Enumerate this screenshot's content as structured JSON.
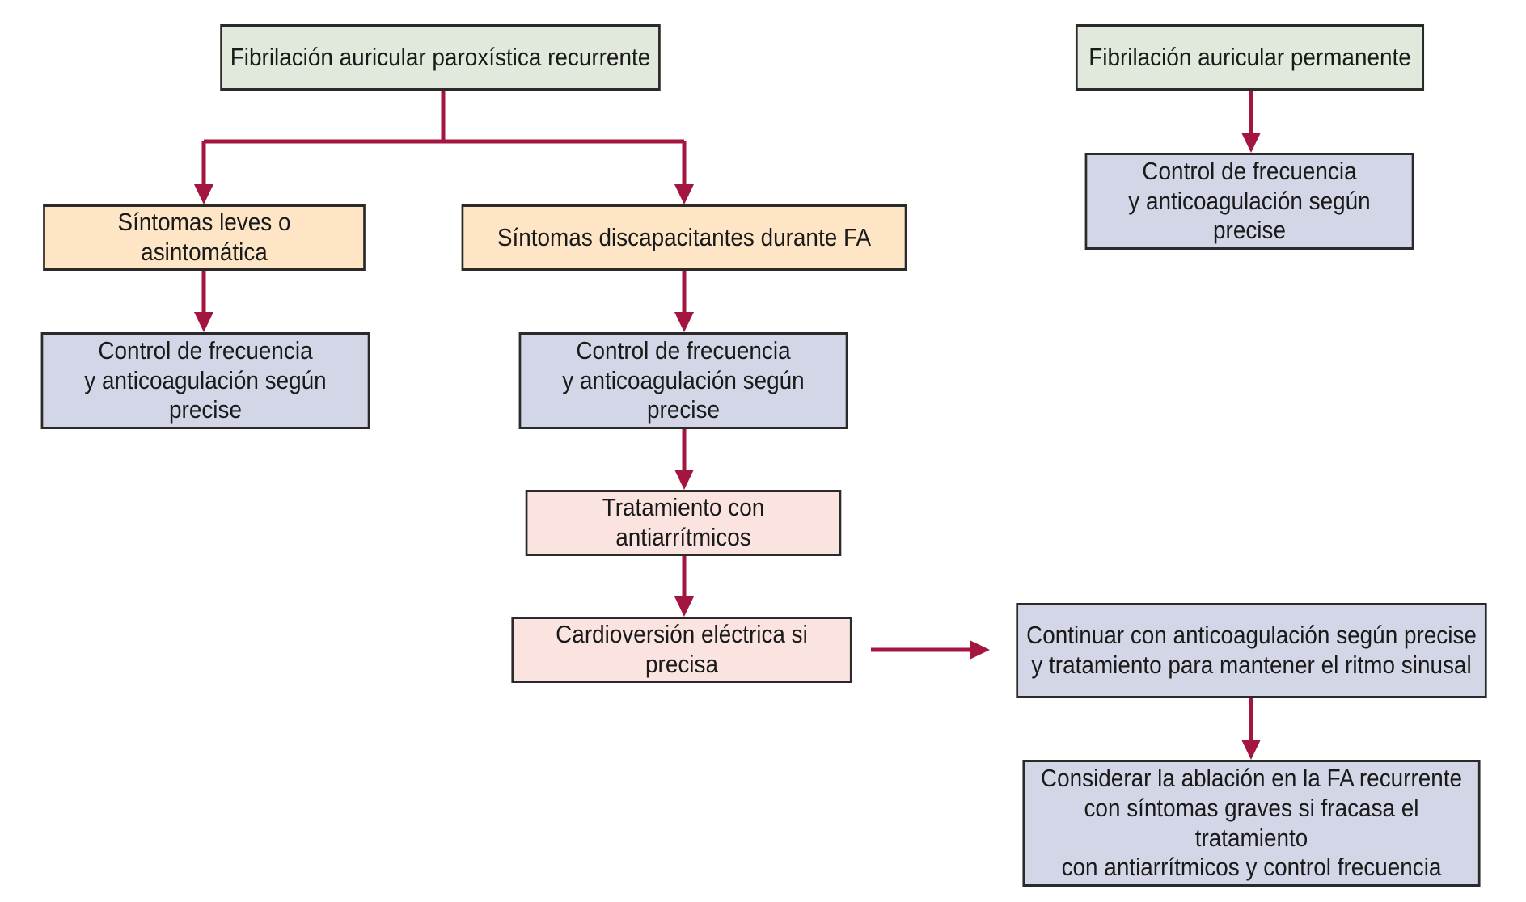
{
  "colors": {
    "arrow": "#a3163f",
    "border": "#2a2a2a",
    "green_fill": "#e0e9dc",
    "orange_fill": "#fde5c6",
    "blue_fill": "#d3d6e6",
    "pink_fill": "#fbe4df"
  },
  "nodes": {
    "paroxistica": "Fibrilación auricular paroxística recurrente",
    "permanente": "Fibrilación auricular permanente",
    "sintomas_leves": "Síntomas leves o asintomática",
    "sintomas_discapacitantes": "Síntomas discapacitantes durante FA",
    "control_permanente": "Control de frecuencia\ny anticoagulación según precise",
    "control_leves": "Control de frecuencia\ny anticoagulación según precise",
    "control_discapacitantes": "Control de frecuencia\ny anticoagulación según precise",
    "antiarritmicos": "Tratamiento con antiarrítmicos",
    "cardioversion": "Cardioversión eléctrica si precisa",
    "continuar": "Continuar con anticoagulación según precise\ny tratamiento para mantener el ritmo sinusal",
    "ablacion": "Considerar la ablación en la FA recurrente\ncon síntomas graves si fracasa el tratamiento\ncon antiarrítmicos y control frecuencia"
  }
}
